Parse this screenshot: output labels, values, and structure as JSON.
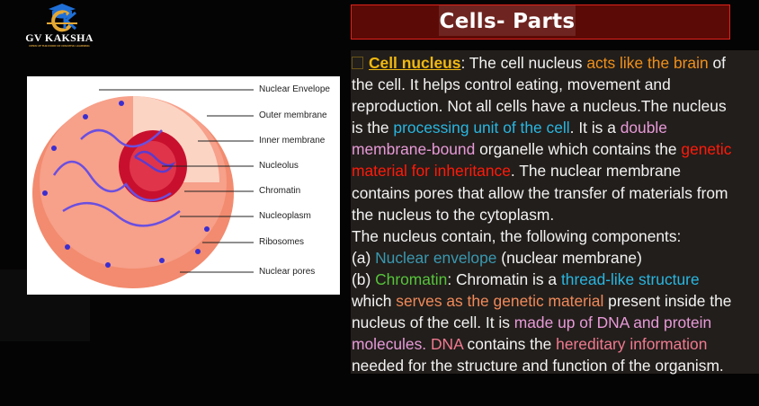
{
  "logo": {
    "name": "GV KAKSHA",
    "tagline": "OPEN UP THE DOOR OF CREATIVE LEARNING"
  },
  "title": "Cells- Parts",
  "figure": {
    "labels": [
      "Nuclear Envelope",
      "Outer membrane",
      "Inner membrane",
      "Nucleolus",
      "Chromatin",
      "Nucleoplasm",
      "Ribosomes",
      "Nuclear pores"
    ]
  },
  "colors": {
    "heading": "#f2b90f",
    "orange": "#f0901a",
    "cyan": "#29b6e0",
    "pink": "#e79ad8",
    "red": "#ff1a0a",
    "teal": "#3a98b0",
    "green": "#56c43b",
    "salmon": "#f08a5a",
    "rose": "#f07a90"
  },
  "body": {
    "heading": "Cell nucleus",
    "l1": [
      ": The cell nucleus ",
      "acts like the brain",
      " of"
    ],
    "l2": "the cell. It helps control eating, movement and",
    "l3": "reproduction. Not all cells have a nucleus.The nucleus",
    "l4": [
      "is the ",
      "processing unit of the cell",
      ". It is a ",
      "double"
    ],
    "l5": [
      "membrane-bound",
      " organelle which contains the ",
      "genetic"
    ],
    "l6": [
      "material for inheritance",
      ". The nuclear membrane"
    ],
    "l7": "contains pores that allow the transfer of materials from",
    "l8": "the nucleus to the cytoplasm.",
    "l9": "The nucleus contain, the following components:",
    "l10": [
      "(a) ",
      "Nuclear envelope",
      " (nuclear membrane)"
    ],
    "l11": [
      "(b) ",
      "Chromatin",
      ": Chromatin is a ",
      "thread-like structure"
    ],
    "l12": [
      "which ",
      "serves as the genetic material",
      " present inside the"
    ],
    "l13": [
      "nucleus of the cell. It is ",
      "made up of DNA and protein"
    ],
    "l14": [
      "molecules.",
      " DNA",
      " contains the ",
      "hereditary information"
    ],
    "l15": "needed for the structure and function of the organism."
  }
}
